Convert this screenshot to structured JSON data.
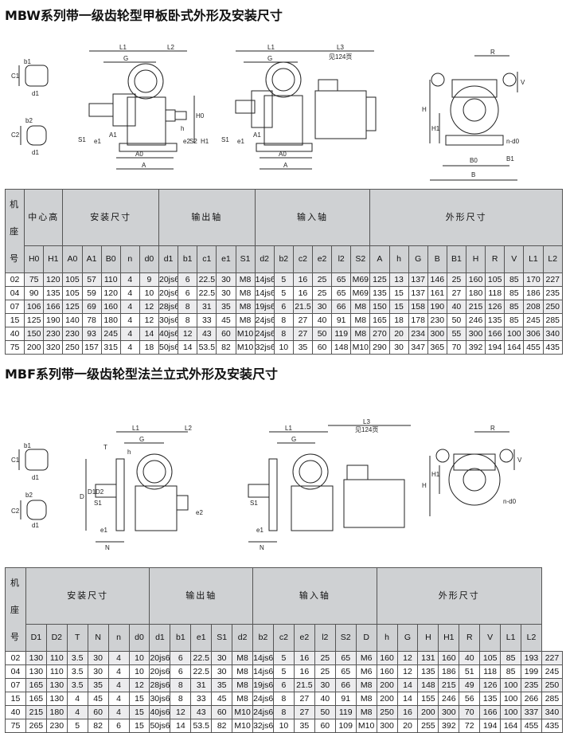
{
  "section1": {
    "title": "MBW系列带一级齿轮型甲板卧式外形及安装尺寸",
    "drawing_labels": {
      "shaft": [
        "b1",
        "C1",
        "d1",
        "b2",
        "C2",
        "d1"
      ],
      "left": [
        "L1",
        "L2",
        "G",
        "S1",
        "e1",
        "A1",
        "A0",
        "A",
        "h",
        "H0",
        "e2",
        "S2",
        "H1"
      ],
      "middle": [
        "L1",
        "L3",
        "见124页",
        "G",
        "S1",
        "e1",
        "A1",
        "A0",
        "A"
      ],
      "right": [
        "R",
        "V",
        "H",
        "H1",
        "B0",
        "B",
        "B1",
        "n-d0"
      ]
    },
    "table": {
      "model_header": "机座号",
      "groups": [
        "中心高",
        "安装尺寸",
        "输出轴",
        "输入轴",
        "外形尺寸"
      ],
      "columns": [
        "H0",
        "H1",
        "A0",
        "A1",
        "B0",
        "n",
        "d0",
        "d1",
        "b1",
        "c1",
        "e1",
        "S1",
        "d2",
        "b2",
        "c2",
        "e2",
        "l2",
        "S2",
        "A",
        "h",
        "G",
        "B",
        "B1",
        "H",
        "R",
        "V",
        "L1",
        "L2"
      ],
      "rows": [
        [
          "02",
          "75",
          "120",
          "105",
          "57",
          "110",
          "4",
          "9",
          "20js6",
          "6",
          "22.5",
          "30",
          "M8",
          "14js6",
          "5",
          "16",
          "25",
          "65",
          "M69",
          "125",
          "13",
          "137",
          "146",
          "25",
          "160",
          "105",
          "85",
          "170",
          "227"
        ],
        [
          "04",
          "90",
          "135",
          "105",
          "59",
          "120",
          "4",
          "10",
          "20js6",
          "6",
          "22.5",
          "30",
          "M8",
          "14js6",
          "5",
          "16",
          "25",
          "65",
          "M69",
          "135",
          "15",
          "137",
          "161",
          "27",
          "180",
          "118",
          "85",
          "186",
          "235"
        ],
        [
          "07",
          "106",
          "166",
          "125",
          "69",
          "160",
          "4",
          "12",
          "28js6",
          "8",
          "31",
          "35",
          "M8",
          "19js6",
          "6",
          "21.5",
          "30",
          "66",
          "M8",
          "150",
          "15",
          "158",
          "190",
          "40",
          "215",
          "126",
          "85",
          "208",
          "250"
        ],
        [
          "15",
          "125",
          "190",
          "140",
          "78",
          "180",
          "4",
          "12",
          "30js6",
          "8",
          "33",
          "45",
          "M8",
          "24js6",
          "8",
          "27",
          "40",
          "91",
          "M8",
          "165",
          "18",
          "178",
          "230",
          "50",
          "246",
          "135",
          "85",
          "245",
          "285"
        ],
        [
          "40",
          "150",
          "230",
          "230",
          "93",
          "245",
          "4",
          "14",
          "40js6",
          "12",
          "43",
          "60",
          "M10",
          "24js6",
          "8",
          "27",
          "50",
          "119",
          "M8",
          "270",
          "20",
          "234",
          "300",
          "55",
          "300",
          "166",
          "100",
          "306",
          "340"
        ],
        [
          "75",
          "200",
          "320",
          "250",
          "157",
          "315",
          "4",
          "18",
          "50js6",
          "14",
          "53.5",
          "82",
          "M10",
          "32js6",
          "10",
          "35",
          "60",
          "148",
          "M10",
          "290",
          "30",
          "347",
          "365",
          "70",
          "392",
          "194",
          "164",
          "455",
          "435"
        ]
      ]
    }
  },
  "section2": {
    "title": "MBF系列带一级齿轮型法兰立式外形及安装尺寸",
    "drawing_labels": {
      "shaft": [
        "b1",
        "C1",
        "d1",
        "b2",
        "C2",
        "d1"
      ],
      "left": [
        "L1",
        "L2",
        "T",
        "G",
        "h",
        "D",
        "D1",
        "D2",
        "S1",
        "e1",
        "N",
        "e2"
      ],
      "middle": [
        "L3",
        "见124页",
        "L1",
        "G",
        "S1",
        "e1",
        "N"
      ],
      "right": [
        "R",
        "V",
        "H",
        "H1",
        "n-d0"
      ]
    },
    "table": {
      "model_header": "机座号",
      "groups": [
        "安装尺寸",
        "输出轴",
        "输入轴",
        "外形尺寸"
      ],
      "columns": [
        "D1",
        "D2",
        "T",
        "N",
        "n",
        "d0",
        "d1",
        "b1",
        "e1",
        "S1",
        "d2",
        "b2",
        "c2",
        "e2",
        "l2",
        "S2",
        "D",
        "h",
        "G",
        "H",
        "H1",
        "R",
        "V",
        "L1",
        "L2"
      ],
      "rows": [
        [
          "02",
          "130",
          "110",
          "3.5",
          "30",
          "4",
          "10",
          "20js6",
          "6",
          "22.5",
          "30",
          "M8",
          "14js6",
          "5",
          "16",
          "25",
          "65",
          "M6",
          "160",
          "12",
          "131",
          "160",
          "40",
          "105",
          "85",
          "193",
          "227"
        ],
        [
          "04",
          "130",
          "110",
          "3.5",
          "30",
          "4",
          "10",
          "20js6",
          "6",
          "22.5",
          "30",
          "M8",
          "14js6",
          "5",
          "16",
          "25",
          "65",
          "M6",
          "160",
          "12",
          "135",
          "186",
          "51",
          "118",
          "85",
          "199",
          "245"
        ],
        [
          "07",
          "165",
          "130",
          "3.5",
          "35",
          "4",
          "12",
          "28js6",
          "8",
          "31",
          "35",
          "M8",
          "19js6",
          "6",
          "21.5",
          "30",
          "66",
          "M8",
          "200",
          "14",
          "148",
          "215",
          "49",
          "126",
          "100",
          "235",
          "250"
        ],
        [
          "15",
          "165",
          "130",
          "4",
          "45",
          "4",
          "15",
          "30js6",
          "8",
          "33",
          "45",
          "M8",
          "24js6",
          "8",
          "27",
          "40",
          "91",
          "M8",
          "200",
          "14",
          "155",
          "246",
          "56",
          "135",
          "100",
          "266",
          "285"
        ],
        [
          "40",
          "215",
          "180",
          "4",
          "60",
          "4",
          "15",
          "40js6",
          "12",
          "43",
          "60",
          "M10",
          "24js6",
          "8",
          "27",
          "50",
          "119",
          "M8",
          "250",
          "16",
          "200",
          "300",
          "70",
          "166",
          "100",
          "337",
          "340"
        ],
        [
          "75",
          "265",
          "230",
          "5",
          "82",
          "6",
          "15",
          "50js6",
          "14",
          "53.5",
          "82",
          "M10",
          "32js6",
          "10",
          "35",
          "60",
          "109",
          "M10",
          "300",
          "20",
          "255",
          "392",
          "72",
          "194",
          "164",
          "455",
          "435"
        ]
      ]
    }
  }
}
